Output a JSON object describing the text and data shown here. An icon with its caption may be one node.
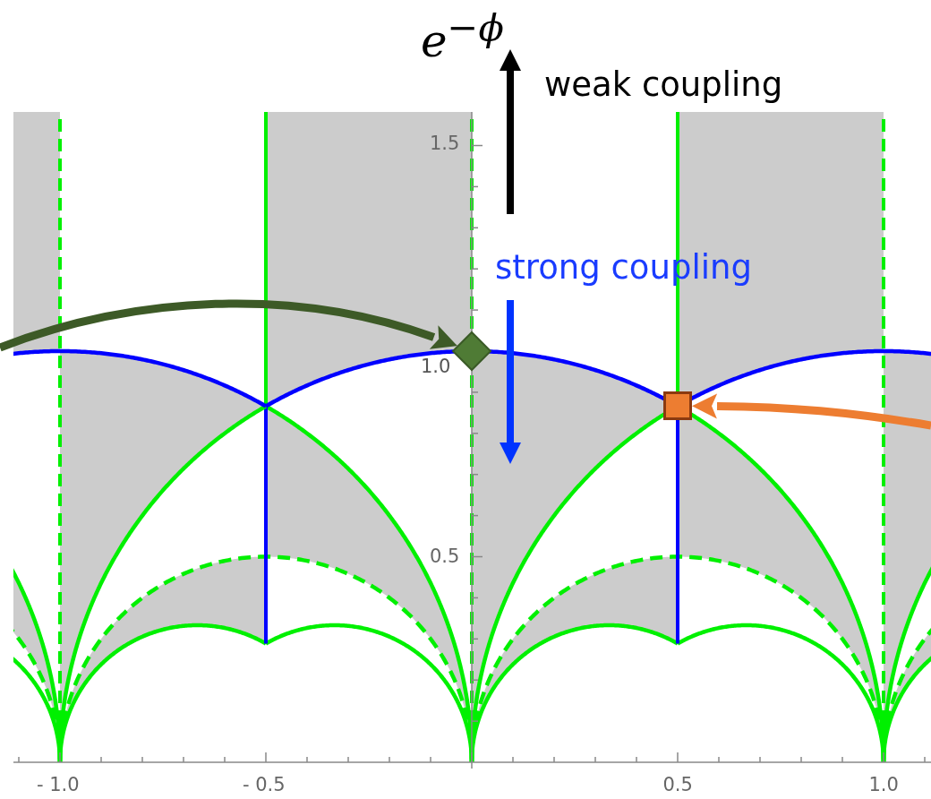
{
  "diagram": {
    "nodes": [
      {
        "text": [],
        "shape": "diamond"
      },
      {
        "text": [],
        "shape": "box"
      }
    ],
    "edges": [
      {
        "from": null,
        "to": 0,
        "arrow": "to",
        "color": "#3d5a27"
      },
      {
        "from": null,
        "to": 1,
        "arrow": "to",
        "color": "#ed7d31"
      }
    ],
    "labels": [
      "e$^{−ϕ}$",
      "weak coupling",
      "1.5",
      "strong coupling",
      "1.0",
      "0.5",
      "- 1.0",
      "- 0.5",
      "0.5",
      "1.0"
    ]
  }
}
